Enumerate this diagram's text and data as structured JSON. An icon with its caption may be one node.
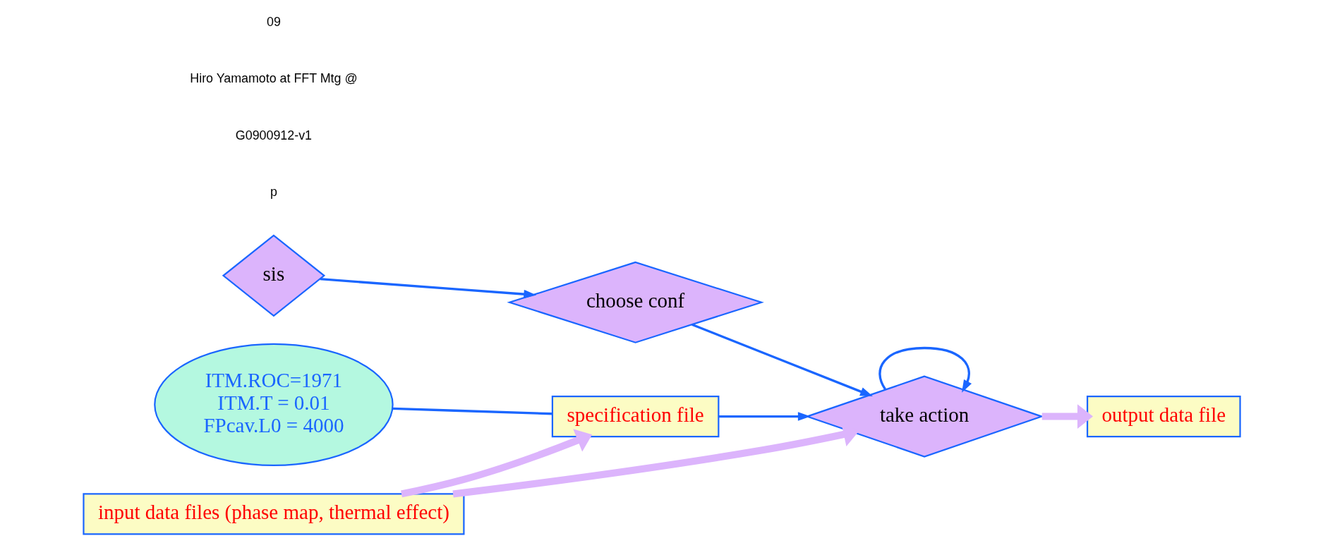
{
  "diagram": {
    "nodes": [
      {
        "text": [
          "sis"
        ]
      },
      {
        "text": [
          "choose conf"
        ]
      },
      {
        "text": [
          "take action"
        ]
      },
      {
        "text": [
          "specification file"
        ]
      },
      {
        "text": [
          "ITM.ROC=1971",
          "ITM.T = 0.01",
          "FPcav.L0 = 4000"
        ]
      },
      {
        "text": [
          "input data files (phase map, thermal effect)"
        ]
      },
      {
        "text": [
          "output data file"
        ]
      }
    ],
    "edges": [
      {
        "from": 0,
        "to": 1,
        "arrow": "to"
      },
      {
        "from": 1,
        "to": 2,
        "arrow": "to"
      },
      {
        "from": 3,
        "to": 2,
        "arrow": "to"
      },
      {
        "from": 2,
        "to": 2,
        "arrow": "to"
      },
      {
        "from": 4,
        "to": 3,
        "arrow": "none"
      },
      {
        "from": 5,
        "to": 3,
        "arrow": "to",
        "style": "thick",
        "color": "#dcb4fc"
      },
      {
        "from": 5,
        "to": 2,
        "arrow": "to",
        "style": "thick",
        "color": "#dcb4fc"
      },
      {
        "from": 2,
        "to": 6,
        "arrow": "to",
        "style": "thick",
        "color": "#dcb4fc"
      }
    ],
    "labels": [
      "p",
      "G0900912-v1",
      "Hiro Yamamoto at FFT Mtg @",
      "09"
    ]
  }
}
